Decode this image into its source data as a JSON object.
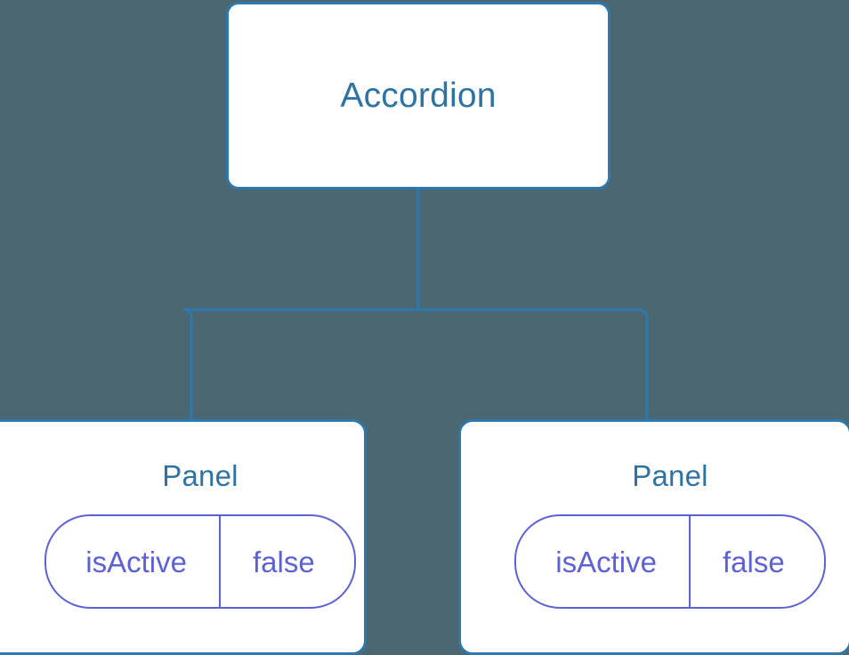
{
  "diagram": {
    "type": "component-tree",
    "background_color": "#4b6872",
    "edge_color": "#2d79ad",
    "node_border_color": "#2d79ad",
    "node_fill_color": "#ffffff",
    "node_title_color": "#2d73a3",
    "prop_color": "#5c62d6",
    "root": {
      "label": "Accordion"
    },
    "children": [
      {
        "label": "Panel",
        "prop": {
          "key": "isActive",
          "value": "false"
        }
      },
      {
        "label": "Panel",
        "prop": {
          "key": "isActive",
          "value": "false"
        }
      }
    ]
  }
}
